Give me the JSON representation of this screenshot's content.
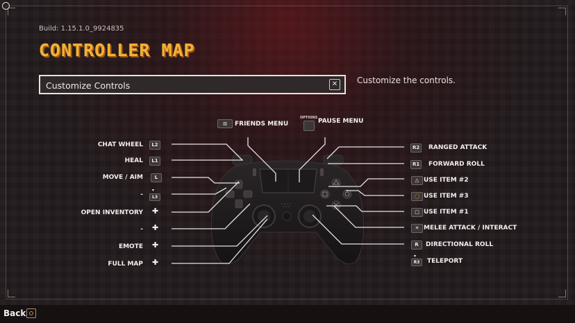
{
  "header": {
    "build": "Build: 1.15.1.0_9924835",
    "title": "CONTROLLER MAP"
  },
  "search": {
    "value": "Customize Controls",
    "clear_icon": "close-icon"
  },
  "description": "Customize the controls.",
  "top": {
    "friends_label": "FRIENDS MENU",
    "options_caption": "OPTIONS",
    "pause_label": "PAUSE MENU"
  },
  "left_bindings": [
    {
      "label": "CHAT WHEEL",
      "button": "L2"
    },
    {
      "label": "HEAL",
      "button": "L1"
    },
    {
      "label": "MOVE / AIM",
      "button": "L"
    },
    {
      "label": "-",
      "button": "L3"
    },
    {
      "label": "OPEN INVENTORY",
      "button": "dpad-up"
    },
    {
      "label": "-",
      "button": "dpad-right"
    },
    {
      "label": "EMOTE",
      "button": "dpad-left"
    },
    {
      "label": "FULL MAP",
      "button": "dpad-down"
    }
  ],
  "right_bindings": [
    {
      "label": "RANGED ATTACK",
      "button": "R2"
    },
    {
      "label": "FORWARD ROLL",
      "button": "R1"
    },
    {
      "label": "USE ITEM #2",
      "button": "triangle"
    },
    {
      "label": "USE ITEM #3",
      "button": "circle"
    },
    {
      "label": "USE ITEM #1",
      "button": "square"
    },
    {
      "label": "MELEE ATTACK / INTERACT",
      "button": "cross"
    },
    {
      "label": "DIRECTIONAL ROLL",
      "button": "R"
    },
    {
      "label": "TELEPORT",
      "button": "R3"
    }
  ],
  "footer": {
    "back_label": "Back",
    "back_button_icon": "circle-button-icon"
  },
  "colors": {
    "title": "#f2b232",
    "circle": "#e0892c"
  }
}
